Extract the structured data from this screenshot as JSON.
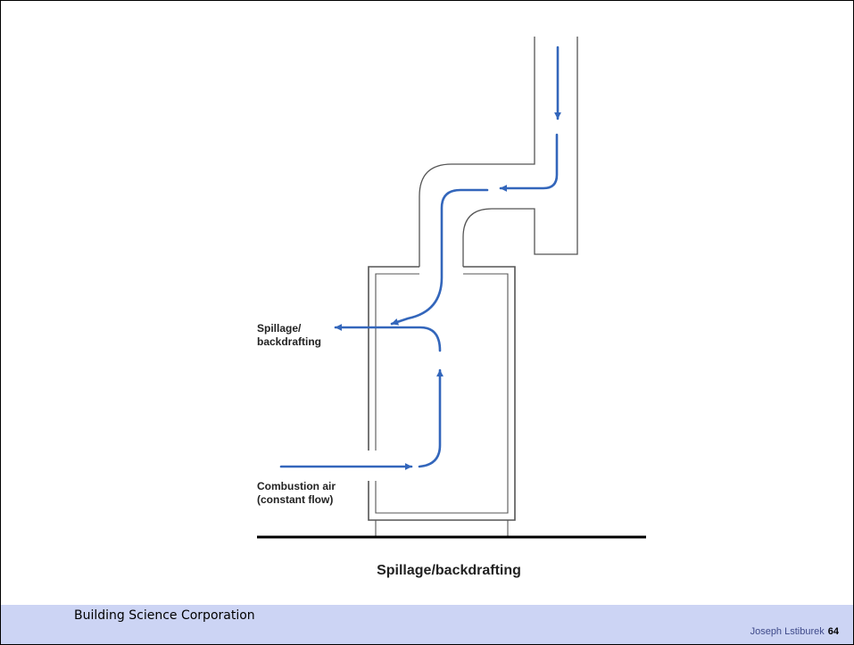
{
  "diagram": {
    "caption": "Spillage/backdrafting",
    "label_spillage": [
      "Spillage/",
      "backdrafting"
    ],
    "label_combustion": [
      "Combustion air",
      "(constant flow)"
    ]
  },
  "footer": {
    "organization": "Building Science Corporation",
    "author": "Joseph Lstiburek",
    "page_number": "64"
  },
  "colors": {
    "arrow": "#3366bb",
    "outline": "#555555",
    "footer_bg": "#ccd4f4"
  }
}
